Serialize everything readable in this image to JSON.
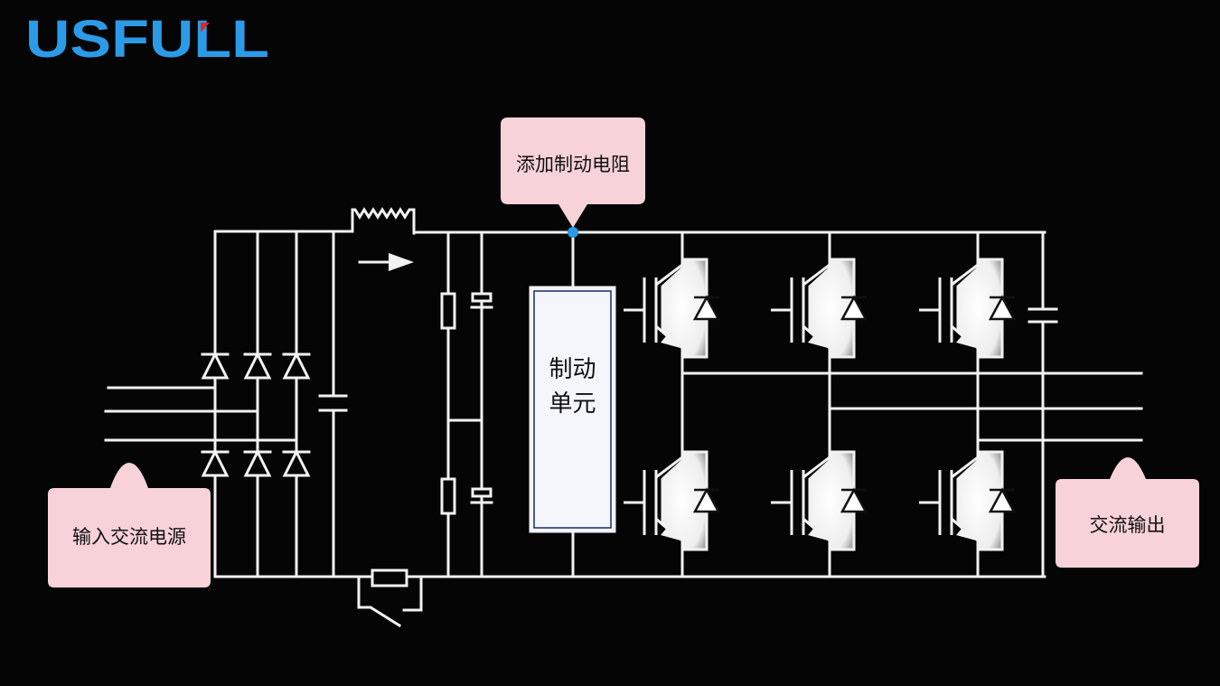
{
  "logo": {
    "text": "USFULL",
    "color": "#2b9be8",
    "accent_color": "#d8262a"
  },
  "callouts": {
    "braking_resistor": "添加制动电阻",
    "ac_input": "输入交流电源",
    "ac_output": "交流输出"
  },
  "braking_unit": {
    "line1": "制动",
    "line2": "单元"
  },
  "colors": {
    "background": "#050505",
    "wire": "#f2f2f2",
    "callout_fill": "#f7d2d8",
    "node_dot": "#2a9ae8",
    "unit_fill": "#f4f6fb",
    "unit_border": "#1a2a6a"
  },
  "circuit": {
    "input_phases": 3,
    "rectifier_diodes": 6,
    "igbt_legs": 3,
    "output_phases": 3
  }
}
